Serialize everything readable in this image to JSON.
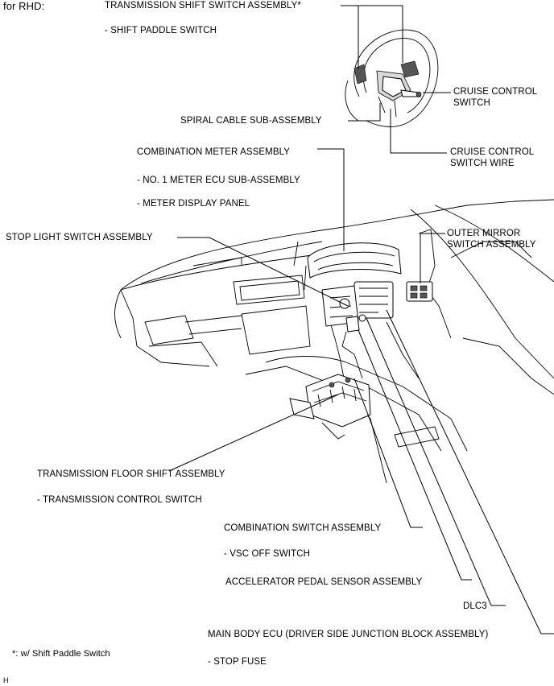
{
  "header": {
    "variant": "for RHD:"
  },
  "labels": {
    "trans_shift_switch": "TRANSMISSION SHIFT SWITCH ASSEMBLY*",
    "shift_paddle": "- SHIFT PADDLE SWITCH",
    "cruise_switch_line1": "CRUISE CONTROL",
    "cruise_switch_line2": "SWITCH",
    "spiral_cable": "SPIRAL CABLE SUB-ASSEMBLY",
    "cruise_wire_line1": "CRUISE CONTROL",
    "cruise_wire_line2": "SWITCH WIRE",
    "combination_meter": "COMBINATION METER ASSEMBLY",
    "meter_ecu": "- NO. 1 METER ECU SUB-ASSEMBLY",
    "meter_display": "- METER DISPLAY PANEL",
    "stop_light_switch": "STOP LIGHT SWITCH ASSEMBLY",
    "outer_mirror_line1": "OUTER MIRROR",
    "outer_mirror_line2": "SWITCH ASSEMBLY",
    "floor_shift": "TRANSMISSION FLOOR SHIFT ASSEMBLY",
    "trans_control_switch": "- TRANSMISSION CONTROL SWITCH",
    "combination_switch": "COMBINATION SWITCH ASSEMBLY",
    "vsc_off": "- VSC OFF SWITCH",
    "accel_pedal": "ACCELERATOR PEDAL SENSOR ASSEMBLY",
    "dlc3": "DLC3",
    "main_body_ecu": "MAIN BODY ECU (DRIVER SIDE JUNCTION BLOCK ASSEMBLY)",
    "stop_fuse": "- STOP FUSE"
  },
  "footnote": "*: w/ Shift Paddle Switch",
  "corner_mark": "H"
}
